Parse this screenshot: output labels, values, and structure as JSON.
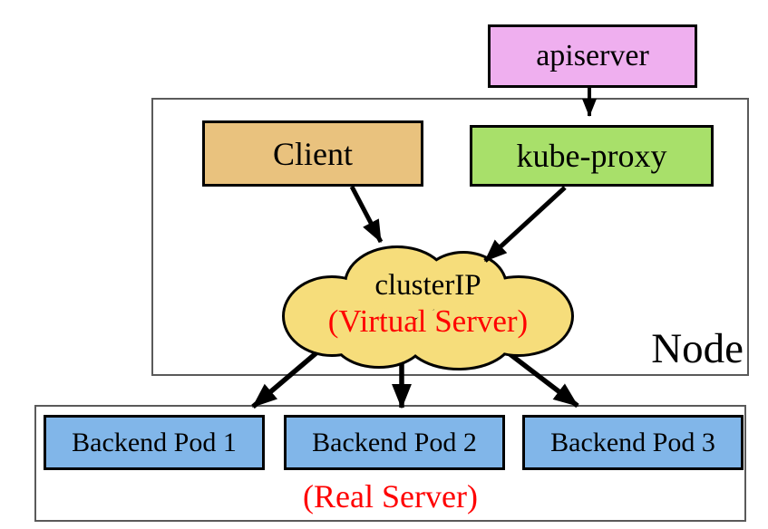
{
  "diagram": {
    "apiserver_label": "apiserver",
    "client_label": "Client",
    "kube_proxy_label": "kube-proxy",
    "cloud": {
      "title": "clusterIP",
      "subtitle": "(Virtual Server)"
    },
    "node_label": "Node",
    "real_server_label": "(Real Server)",
    "pods": [
      {
        "label": "Backend Pod 1"
      },
      {
        "label": "Backend Pod 2"
      },
      {
        "label": "Backend Pod 3"
      }
    ],
    "edges": [
      {
        "from": "apiserver",
        "to": "kube-proxy"
      },
      {
        "from": "Client",
        "to": "clusterIP"
      },
      {
        "from": "kube-proxy",
        "to": "clusterIP"
      },
      {
        "from": "clusterIP",
        "to": "Backend Pod 1"
      },
      {
        "from": "clusterIP",
        "to": "Backend Pod 2"
      },
      {
        "from": "clusterIP",
        "to": "Backend Pod 3"
      }
    ],
    "colors": {
      "apiserver_fill": "#efafef",
      "client_fill": "#e9c27e",
      "kube_proxy_fill": "#a8e06a",
      "cloud_fill": "#f6dd7b",
      "pod_fill": "#81b6e9",
      "accent_text": "#ff0000",
      "arrow": "#000000",
      "box_border": "#000000",
      "group_border": "#5a5a5a"
    }
  }
}
